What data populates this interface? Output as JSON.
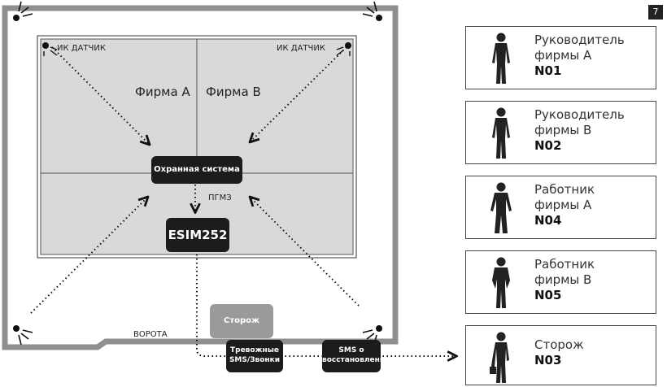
{
  "page_number": "7",
  "labels": {
    "ir_left": "ИК ДАТЧИК",
    "ir_right": "ИК ДАТЧИК",
    "firm_a": "Фирма А",
    "firm_b": "Фирма В",
    "security_system": "Охранная система",
    "pgmz": "ПГМЗ",
    "esim": "ESIM252",
    "guard": "Сторож",
    "gate": "ВОРОТА",
    "alarm_msg": [
      "Тревожные",
      "SMS/Звонки"
    ],
    "restore_msg": [
      "SMS о",
      "восстановлении"
    ]
  },
  "recipients": [
    {
      "line1": "Руководитель",
      "line2": "фирмы А",
      "code": "N01",
      "icon": "person-icon"
    },
    {
      "line1": "Руководитель",
      "line2": "фирмы В",
      "code": "N02",
      "icon": "person-icon"
    },
    {
      "line1": "Работник",
      "line2": "фирмы А",
      "code": "N04",
      "icon": "person-icon"
    },
    {
      "line1": "Работник",
      "line2": "фирмы В",
      "code": "N05",
      "icon": "person-icon"
    },
    {
      "line1": "Сторож",
      "line2": "",
      "code": "N03",
      "icon": "guard-person-icon"
    }
  ],
  "colors": {
    "frame": "#8f8f8f",
    "room": "#d9d9d9",
    "block": "#1c1c1c",
    "guard_block": "#9a9a9a"
  }
}
